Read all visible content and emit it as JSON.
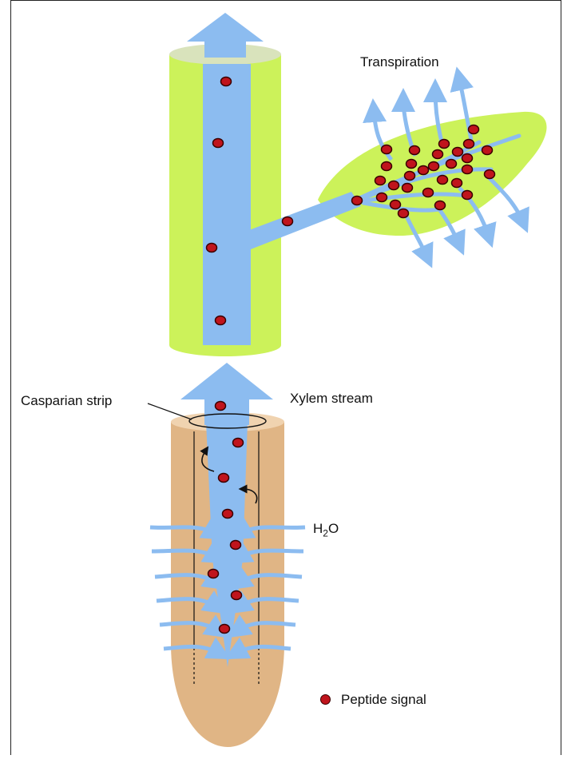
{
  "labels": {
    "transpiration": "Transpiration",
    "casparian_strip": "Casparian strip",
    "xylem_stream": "Xylem stream",
    "water_prefix": "H",
    "water_sub": "2",
    "water_suffix": "O",
    "legend_peptide": "Peptide signal"
  },
  "colors": {
    "stem": "#ccf25a",
    "leaf": "#ccf25a",
    "stem_top": "#d9e3bc",
    "root": "#e0b585",
    "root_top": "#f0d3b0",
    "xylem": "#8cbcf0",
    "peptide": "#c0141c",
    "peptide_outline": "#3a0000",
    "line": "#111111"
  },
  "icons": {
    "peptide_marker": "red-dot-icon",
    "flow_arrow": "arrow-up-icon"
  }
}
